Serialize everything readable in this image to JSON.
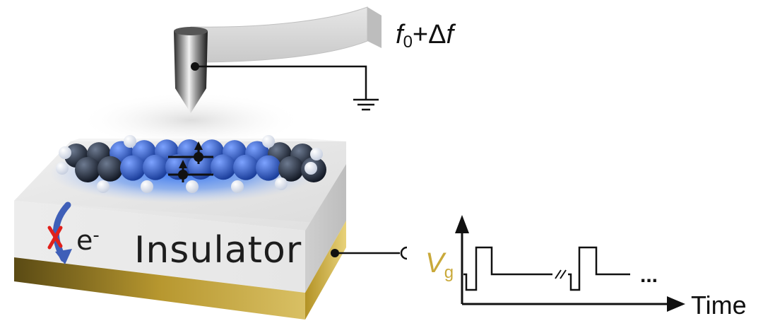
{
  "labels": {
    "frequency": {
      "f": "f",
      "sub": "0",
      "rest": "+Δ",
      "f2": "f"
    },
    "substrate": "Insulator",
    "electron": {
      "e": "e",
      "sup": "-"
    },
    "gate_voltage": {
      "v": "V",
      "sub": "g"
    },
    "time_axis": "Time",
    "ellipsis": "..."
  },
  "colors": {
    "gold": "#c9a93a",
    "glow": "#3a78e8",
    "block": "#e2e2e2",
    "forbidden_mark": "#e0201b",
    "electron_path": "#3f5fb8"
  },
  "icons": [
    "cantilever-tip",
    "ground-icon",
    "molecule",
    "spin-up-arrow",
    "forbidden-cross-icon",
    "electron-path-arrow"
  ]
}
